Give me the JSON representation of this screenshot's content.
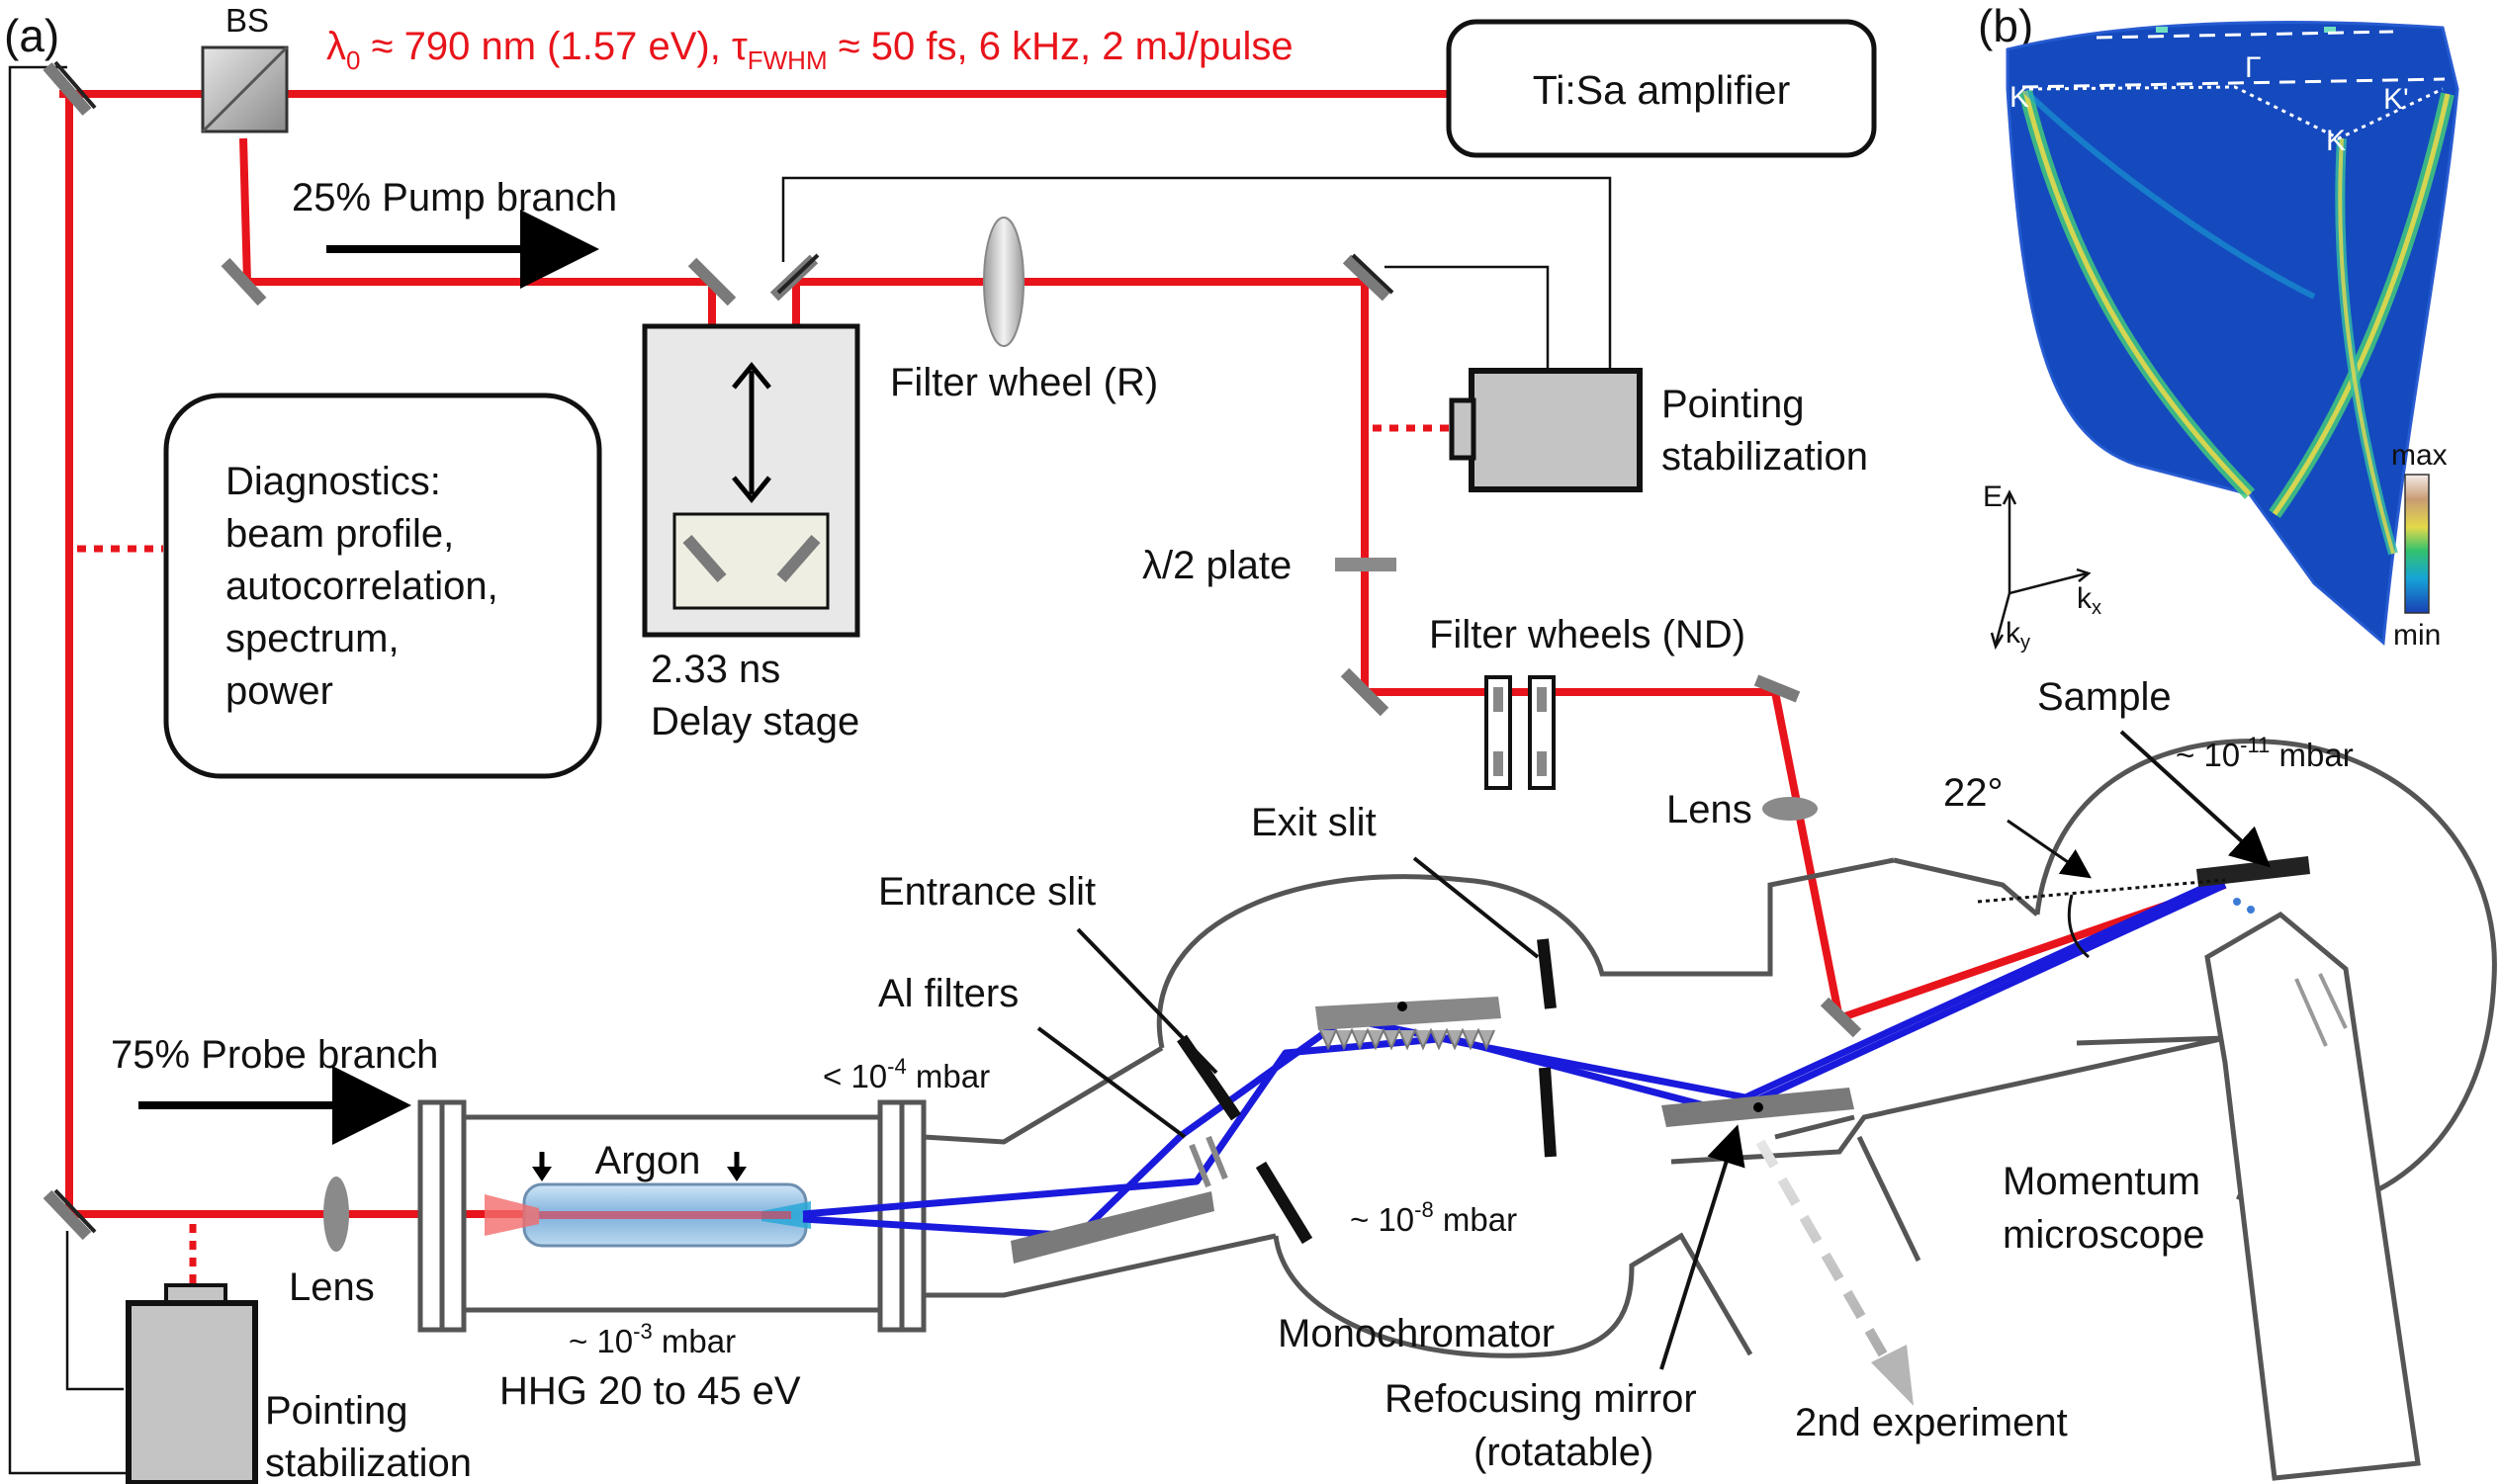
{
  "panels": {
    "a": "(a)",
    "b": "(b)"
  },
  "source": {
    "beam_spec_prefix": "λ",
    "beam_spec_sub0": "0",
    "beam_spec_mid": " ≈ 790 nm (1.57 eV), τ",
    "beam_spec_subfwhm": "FWHM",
    "beam_spec_end": " ≈ 50 fs, 6 kHz, 2 mJ/pulse",
    "amplifier": "Ti:Sa amplifier",
    "beamsplitter": "BS"
  },
  "pump": {
    "branch": "25% Pump branch",
    "delay_time": "2.33 ns",
    "delay_stage": "Delay stage",
    "filter_wheel_r": "Filter wheel (R)",
    "pointing_line1": "Pointing",
    "pointing_line2": "stabilization",
    "waveplate": "λ/2 plate",
    "filter_wheels_nd": "Filter wheels (ND)",
    "lens": "Lens"
  },
  "diagnostics": {
    "line1": "Diagnostics:",
    "line2": "beam profile,",
    "line3": "autocorrelation,",
    "line4": "spectrum,",
    "line5": "power"
  },
  "probe": {
    "branch": "75% Probe branch",
    "lens": "Lens",
    "pointing_line1": "Pointing",
    "pointing_line2": "stabilization",
    "gas": "Argon",
    "hhg_pressure_prefix": "~ 10",
    "hhg_pressure_exp": "-3",
    "hhg_pressure_unit": " mbar",
    "hhg_range": "HHG 20 to 45 eV",
    "cell_pressure_prefix": "< 10",
    "cell_pressure_exp": "-4",
    "cell_pressure_unit": " mbar"
  },
  "monochromator": {
    "al_filters": "Al filters",
    "entrance_slit": "Entrance slit",
    "exit_slit": "Exit slit",
    "pressure_prefix": "~ 10",
    "pressure_exp": "-8",
    "pressure_unit": " mbar",
    "name": "Monochromator",
    "refocus_line1": "Refocusing mirror",
    "refocus_line2": "(rotatable)",
    "second_experiment": "2nd experiment"
  },
  "chamber": {
    "sample": "Sample",
    "angle": "22°",
    "pressure_prefix": "~ 10",
    "pressure_exp": "-11",
    "pressure_unit": " mbar",
    "microscope_line1": "Momentum",
    "microscope_line2": "microscope"
  },
  "inset": {
    "points": {
      "k1": "K",
      "gamma": "Γ",
      "k_prime": "K'",
      "k2": "K"
    },
    "axis_e": "E",
    "axis_kx": "k",
    "axis_kx_sub": "x",
    "axis_ky": "k",
    "axis_ky_sub": "y",
    "colorbar_max": "max",
    "colorbar_min": "min"
  },
  "colors": {
    "ir_beam": "#e8141b",
    "xuv_beam": "#1a1adc",
    "outline": "#555555",
    "mirror": "#7a7a7a",
    "inset_bg": "#1a3fb4"
  }
}
